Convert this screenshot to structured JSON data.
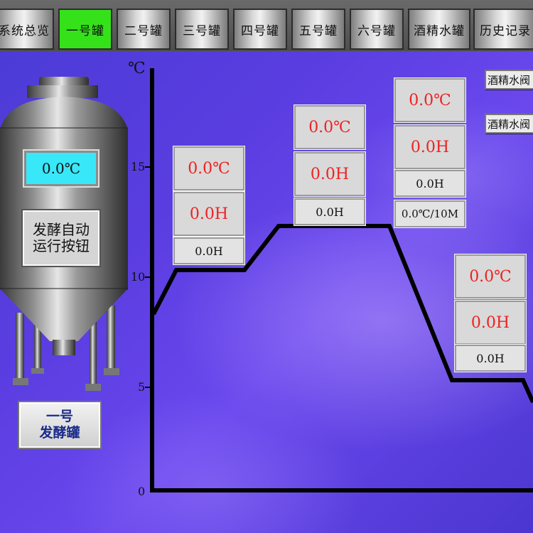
{
  "nav": {
    "tabs": [
      "系统总览",
      "一号罐",
      "二号罐",
      "三号罐",
      "四号罐",
      "五号罐",
      "六号罐",
      "酒精水罐",
      "历史记录"
    ],
    "active_index": 1
  },
  "tank": {
    "temperature": "0.0℃",
    "auto_button_line1": "发酵自动",
    "auto_button_line2": "运行按钮",
    "name_line1": "一号",
    "name_line2": "发酵罐"
  },
  "chart": {
    "unit_label": "℃",
    "y_ticks": [
      "15",
      "10",
      "5",
      "0"
    ]
  },
  "chart_data": {
    "type": "line",
    "title": "",
    "xlabel": "",
    "ylabel": "℃",
    "ylim": [
      0,
      20
    ],
    "series": [
      {
        "values_note": "",
        "points": [
          {
            "x": 0,
            "y": 8.0
          },
          {
            "x": 1,
            "y": 10.0
          },
          {
            "x": 2,
            "y": 10.0
          },
          {
            "x": 3,
            "y": 12.0
          },
          {
            "x": 4,
            "y": 12.0
          },
          {
            "x": 5,
            "y": 5.0
          },
          {
            "x": 6,
            "y": 5.0
          },
          {
            "x": 7,
            "y": 4.0
          }
        ]
      }
    ]
  },
  "stages": [
    {
      "temp": "0.0℃",
      "hours": "0.0H",
      "elapsed": "0.0H"
    },
    {
      "temp": "0.0℃",
      "hours": "0.0H",
      "elapsed": "0.0H"
    },
    {
      "temp": "0.0℃",
      "hours": "0.0H",
      "elapsed": "0.0H",
      "rate": "0.0℃/10M"
    },
    {
      "temp": "0.0℃",
      "hours": "0.0H",
      "elapsed": "0.0H"
    }
  ],
  "valves": {
    "valve1_label": "酒精水阀",
    "valve2_label": "酒精水阀"
  }
}
